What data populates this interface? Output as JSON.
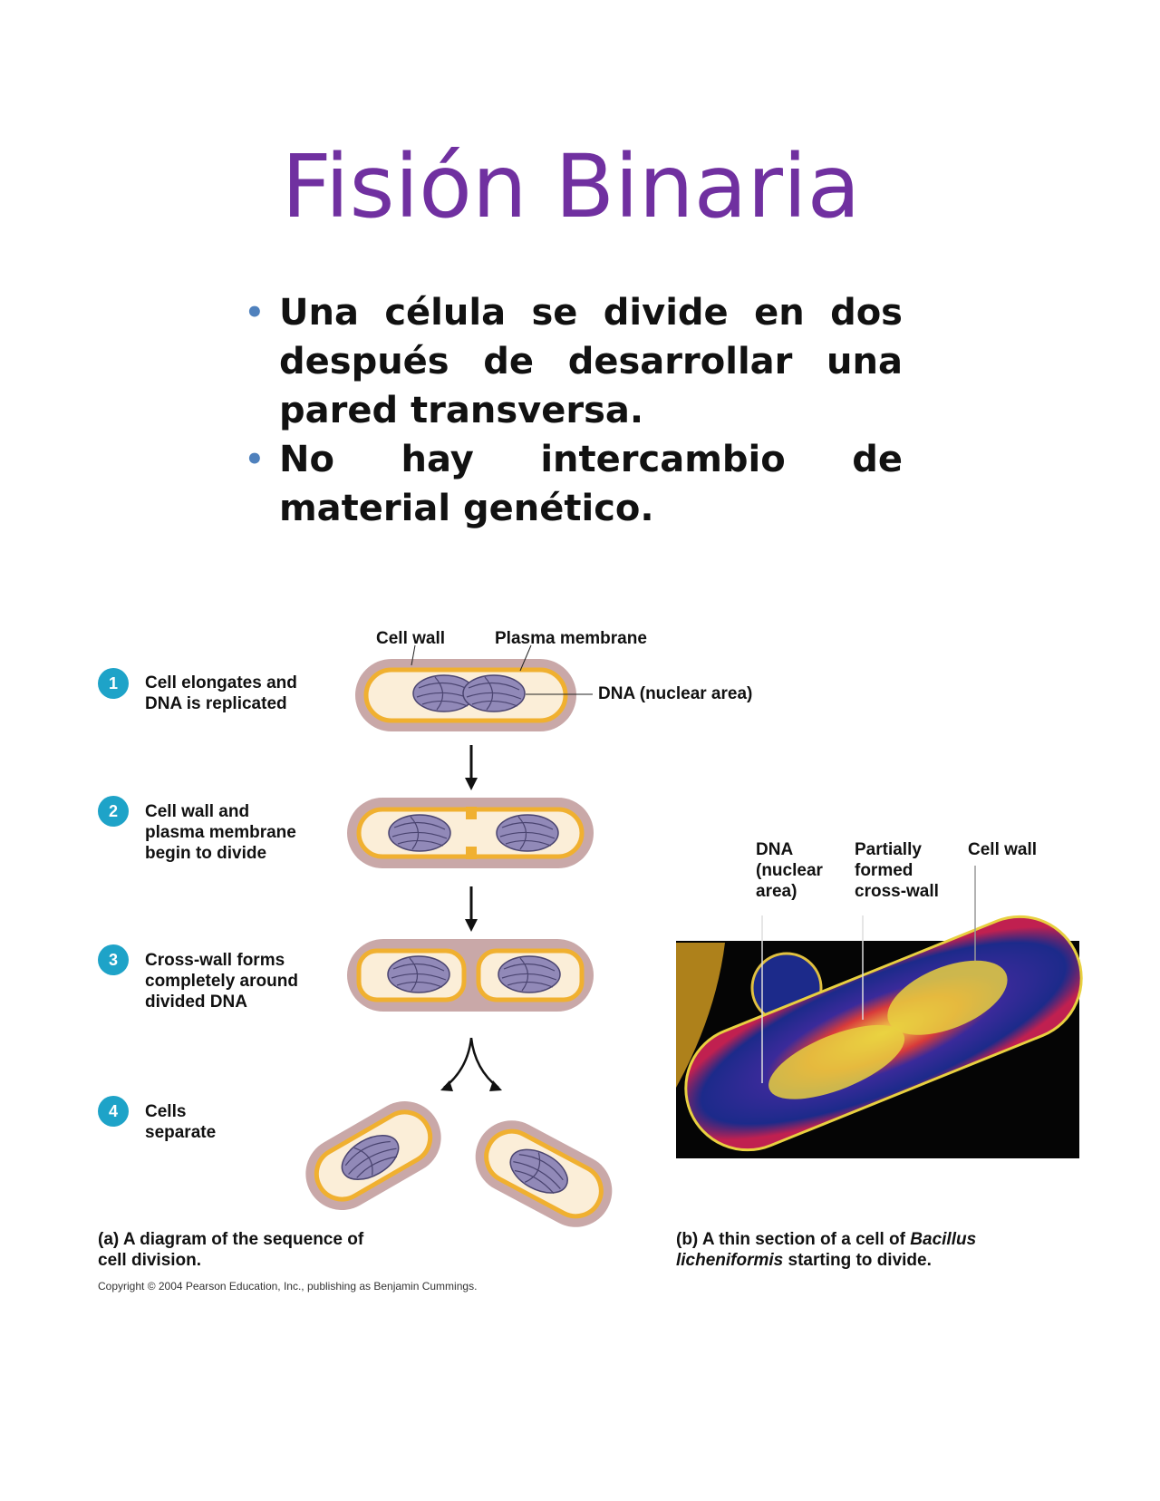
{
  "title": "Fisión Binaria",
  "bullets": [
    "Una célula se divide en dos después de desarrollar una pared transversa.",
    "No hay intercambio de material genético."
  ],
  "diagram": {
    "labels": {
      "cell_wall": "Cell wall",
      "plasma_membrane": "Plasma membrane",
      "dna": "DNA (nuclear area)"
    },
    "steps": [
      {
        "number": "1",
        "text": "Cell elongates and DNA is replicated"
      },
      {
        "number": "2",
        "text": "Cell wall and plasma membrane begin to divide"
      },
      {
        "number": "3",
        "text": "Cross-wall forms completely around divided DNA"
      },
      {
        "number": "4",
        "text": "Cells separate"
      }
    ],
    "caption_a_prefix": "(a)",
    "caption_a": "A diagram of the sequence of cell division.",
    "copyright": "Copyright © 2004 Pearson Education, Inc., publishing as Benjamin Cummings."
  },
  "micrograph": {
    "labels": {
      "dna": "DNA (nuclear area)",
      "cross_wall": "Partially formed cross-wall",
      "cell_wall": "Cell wall"
    },
    "caption_prefix": "(b)",
    "caption_text": "A thin section of a cell of",
    "caption_species": "Bacillus licheniformis",
    "caption_suffix": "starting to divide."
  },
  "colors": {
    "title": "#7030a0",
    "bullet": "#4f81bd",
    "step_circle": "#1ea3c8",
    "cell_wall": "#c9a8a8",
    "membrane": "#f0b030",
    "dna": "#9189b8"
  }
}
